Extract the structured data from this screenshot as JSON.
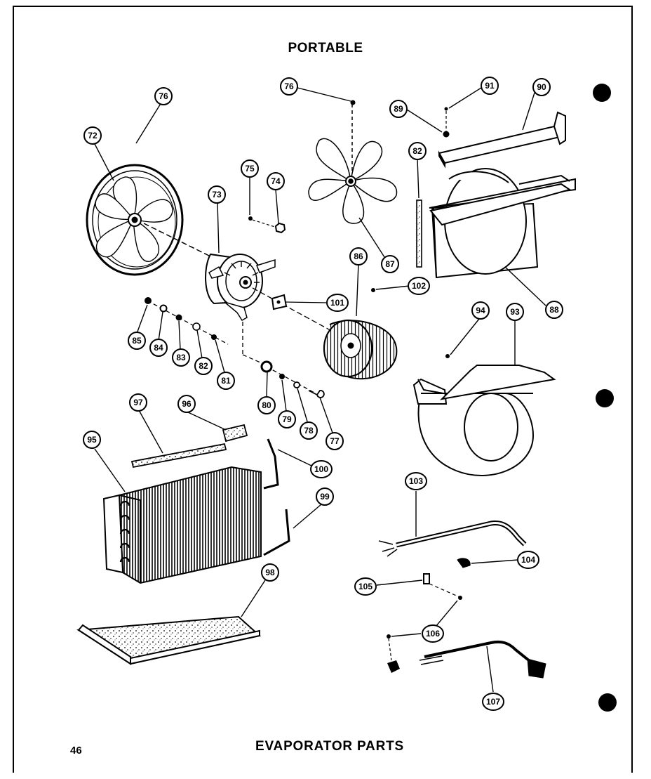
{
  "header": {
    "title": "PORTABLE"
  },
  "footer": {
    "page_number": "46",
    "title": "EVAPORATOR PARTS"
  },
  "callouts": [
    "76",
    "72",
    "75",
    "74",
    "73",
    "76",
    "87",
    "82",
    "89",
    "91",
    "90",
    "88",
    "101",
    "86",
    "102",
    "85",
    "84",
    "83",
    "82",
    "81",
    "80",
    "79",
    "78",
    "77",
    "94",
    "93",
    "97",
    "96",
    "95",
    "100",
    "99",
    "103",
    "104",
    "105",
    "106",
    "98",
    "107"
  ]
}
